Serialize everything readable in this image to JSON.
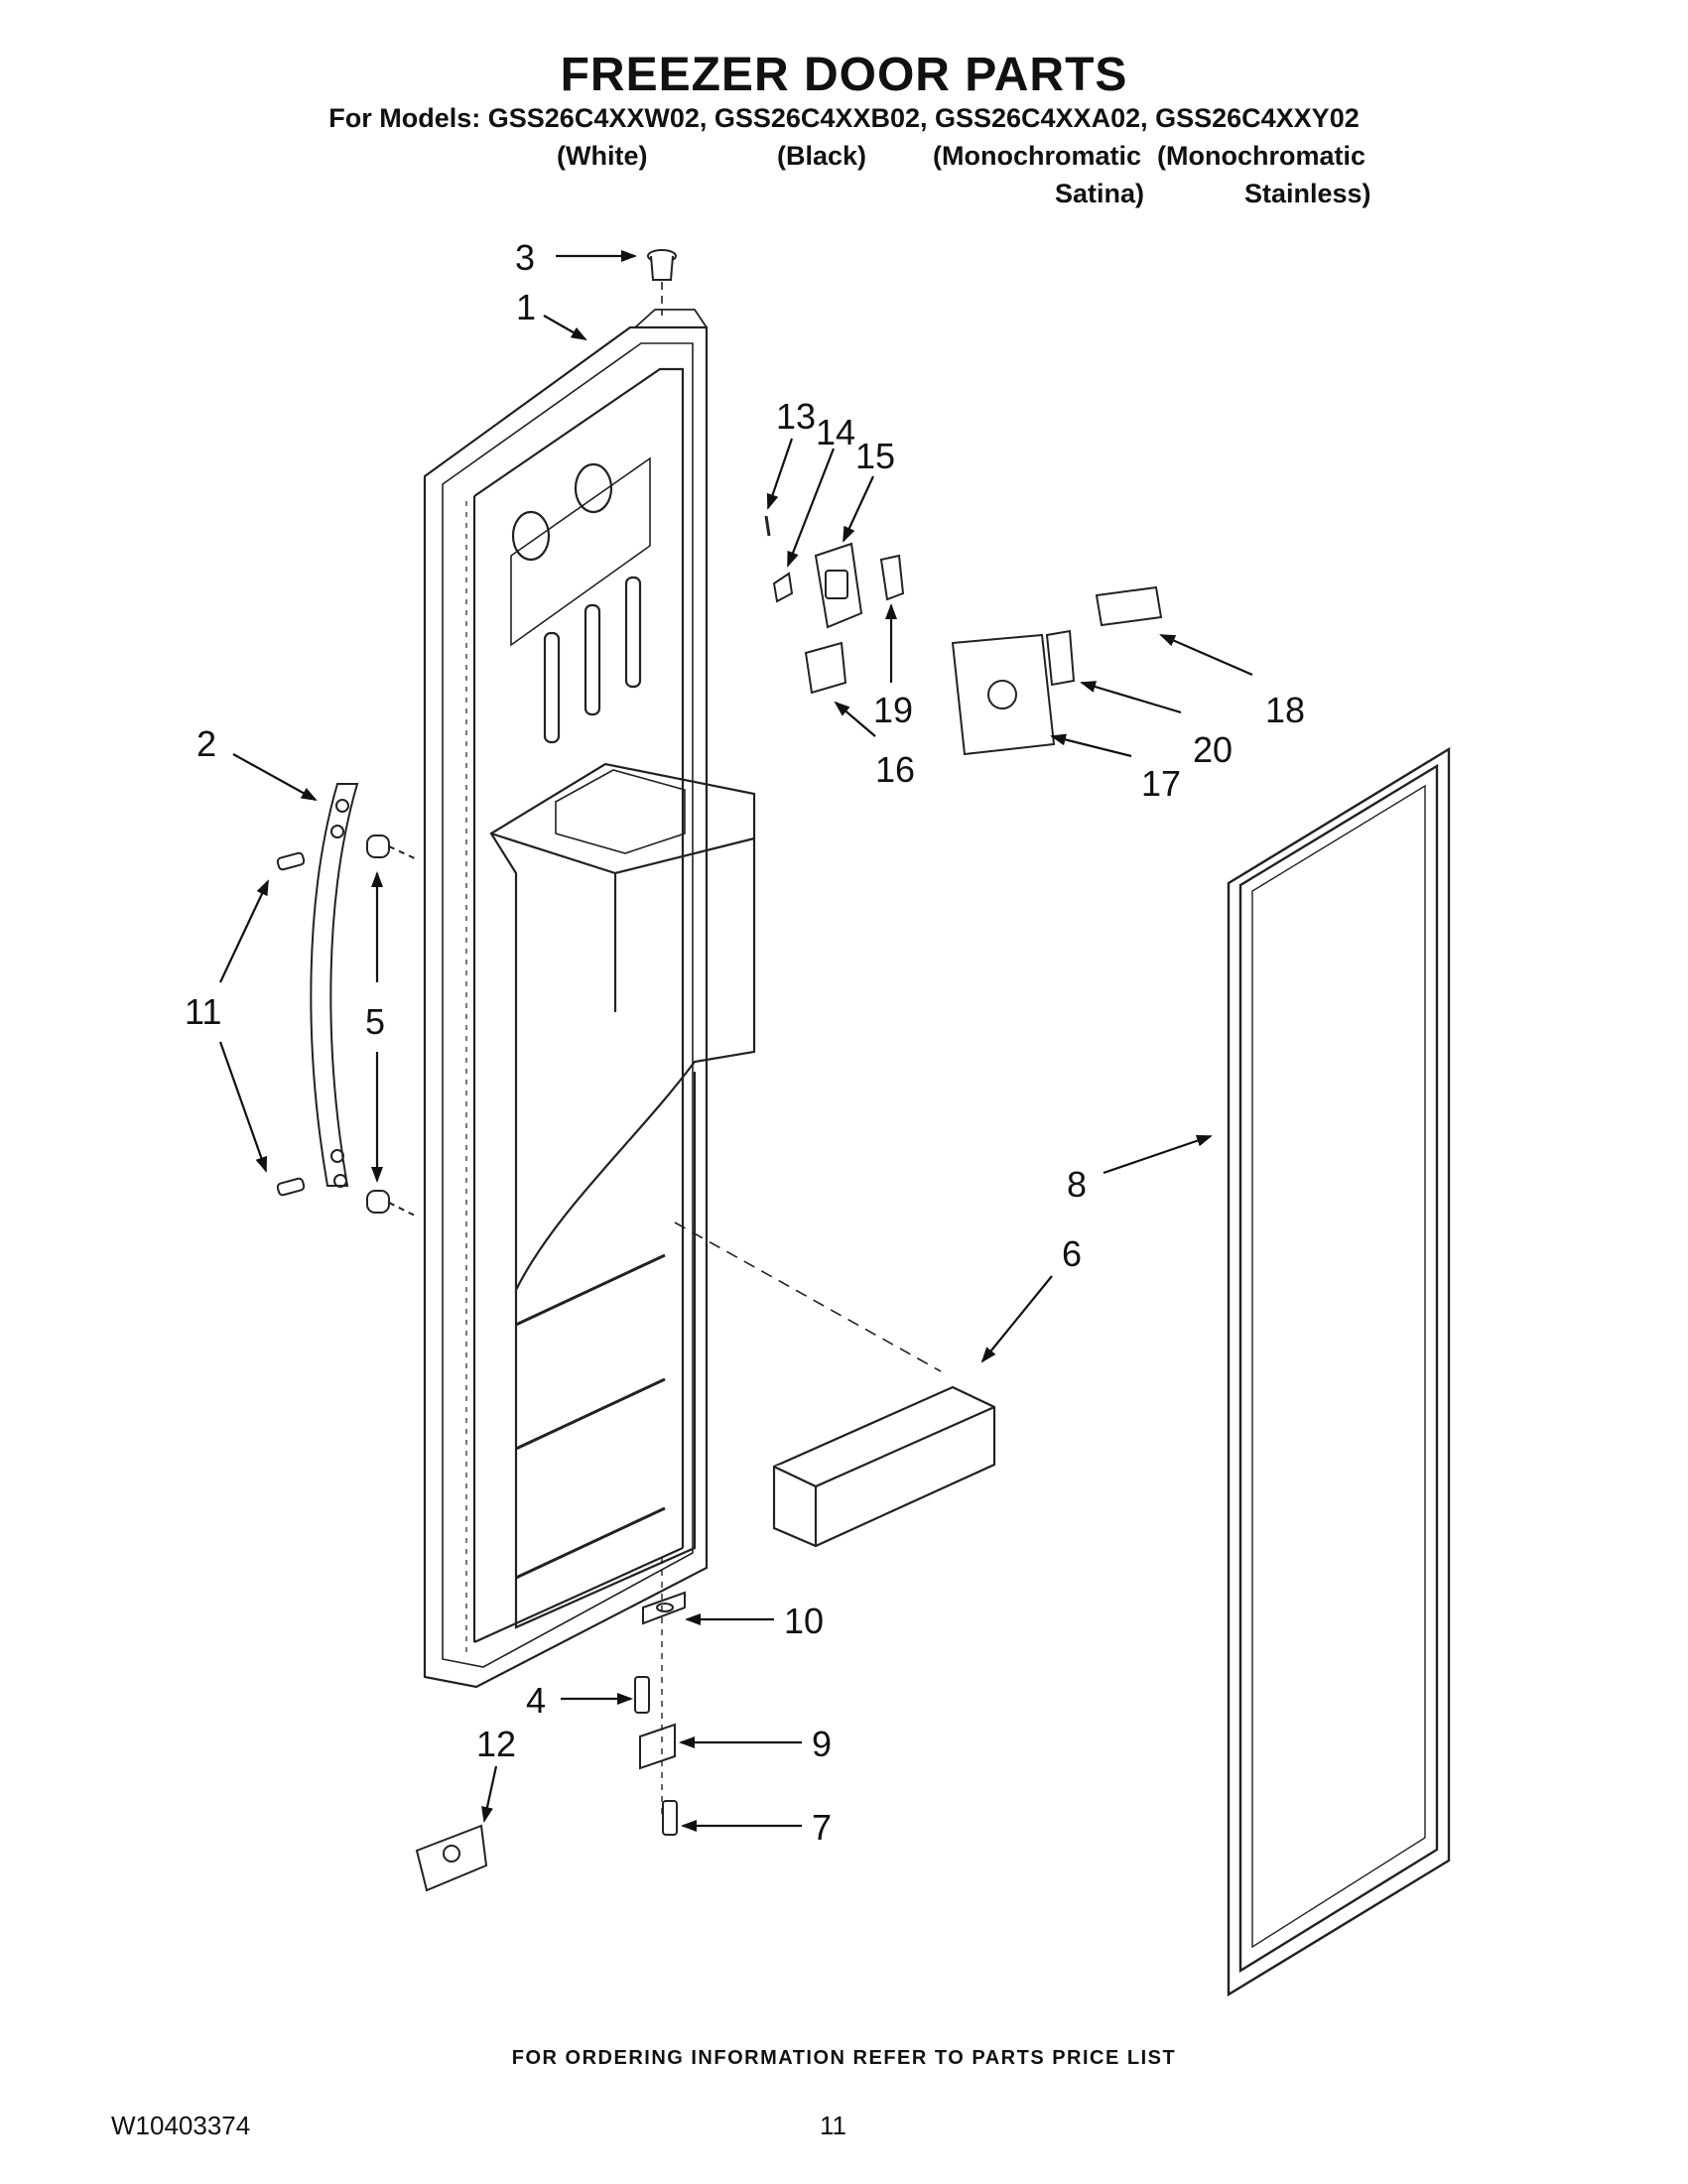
{
  "header": {
    "title": "FREEZER DOOR PARTS",
    "models_line": "For Models: GSS26C4XXW02, GSS26C4XXB02, GSS26C4XXA02, GSS26C4XXY02",
    "variants": {
      "white": "(White)",
      "black": "(Black)",
      "mono1": "(Monochromatic",
      "mono2": "(Monochromatic",
      "satina": "Satina)",
      "stainless": "Stainless)"
    }
  },
  "callouts": {
    "p1": "1",
    "p2": "2",
    "p3": "3",
    "p4": "4",
    "p5": "5",
    "p6": "6",
    "p7": "7",
    "p8": "8",
    "p9": "9",
    "p10": "10",
    "p11": "11",
    "p12": "12",
    "p13": "13",
    "p14": "14",
    "p15": "15",
    "p16": "16",
    "p17": "17",
    "p18": "18",
    "p19": "19",
    "p20": "20"
  },
  "footer": {
    "note": "FOR ORDERING INFORMATION REFER TO PARTS PRICE LIST",
    "doc_number": "W10403374",
    "page_number": "11"
  }
}
